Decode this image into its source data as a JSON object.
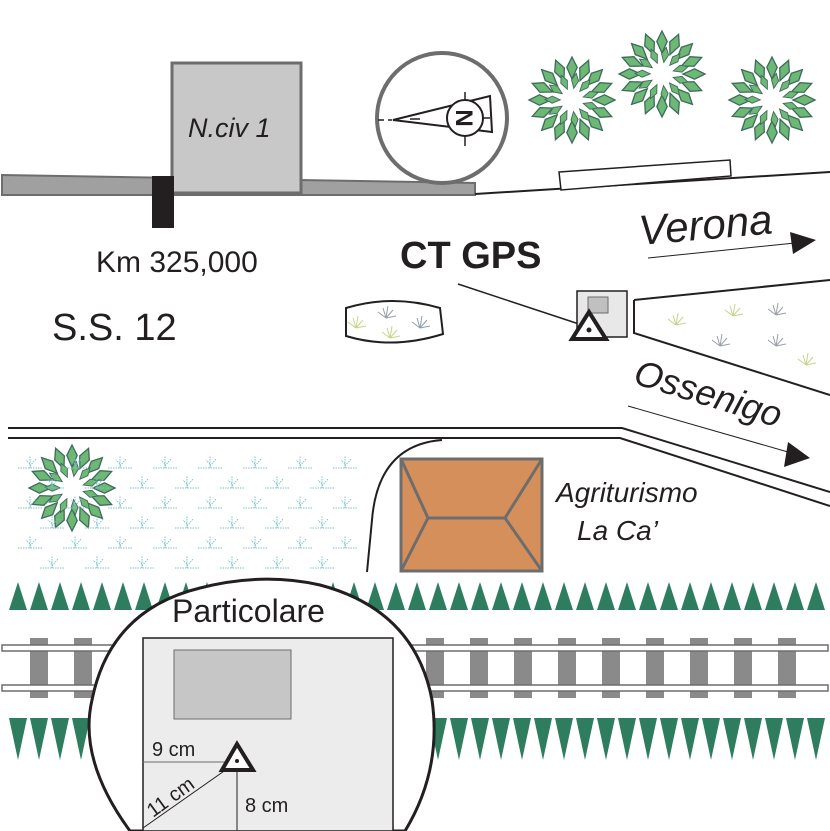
{
  "map": {
    "building_label": "N.civ 1",
    "km_marker": "Km 325,000",
    "road_name": "S.S. 12",
    "station_label": "CT GPS",
    "direction_1": "Verona",
    "direction_2": "Ossenigo",
    "farm_label_line1": "Agriturismo",
    "farm_label_line2": "La Ca’",
    "compass_letter": "N"
  },
  "detail": {
    "title": "Particolare",
    "dim_horizontal": "9 cm",
    "dim_diagonal": "11 cm",
    "dim_vertical": "8 cm"
  },
  "colors": {
    "tree_fill": "#6db874",
    "tree_stroke": "#3e6b5a",
    "hedge": "#2e7d5e",
    "farm_roof": "#d58f5a",
    "building": "#c8c8c8",
    "rail_sleeper": "#8a8a8a",
    "road_edge": "#a0a0a0"
  }
}
